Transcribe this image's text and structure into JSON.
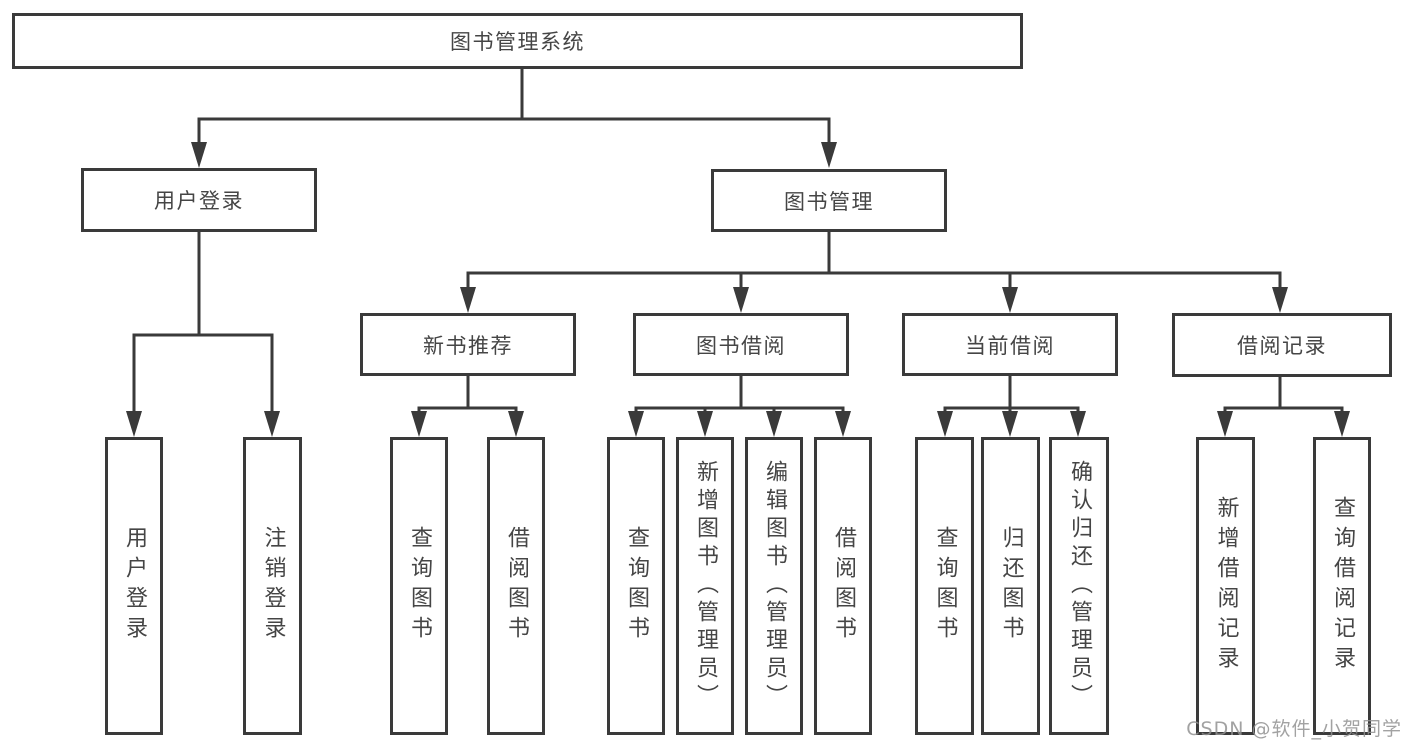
{
  "colors": {
    "line": "#3a3a3a",
    "text": "#454545",
    "background": "#ffffff",
    "watermark_text": "#929292"
  },
  "watermark": {
    "text": "CSDN @软件_小贺同学"
  },
  "diagram": {
    "nodes": {
      "root": {
        "label": "图书管理系统"
      },
      "user_login": {
        "label": "用户登录"
      },
      "book_mgmt": {
        "label": "图书管理"
      },
      "new_book_rec": {
        "label": "新书推荐"
      },
      "book_borrow": {
        "label": "图书借阅"
      },
      "current_borrow": {
        "label": "当前借阅"
      },
      "borrow_record": {
        "label": "借阅记录"
      },
      "login": {
        "label": "用户登录"
      },
      "logout": {
        "label": "注销登录"
      },
      "rec_query_book": {
        "label": "查询图书"
      },
      "rec_borrow_book": {
        "label": "借阅图书"
      },
      "bb_query_book": {
        "label": "查询图书"
      },
      "bb_add_book": {
        "label": "新增图书（管理员）"
      },
      "bb_edit_book": {
        "label": "编辑图书（管理员）"
      },
      "bb_borrow_book": {
        "label": "借阅图书"
      },
      "cb_query_book": {
        "label": "查询图书"
      },
      "cb_return_book": {
        "label": "归还图书"
      },
      "cb_confirm_return": {
        "label": "确认归还（管理员）"
      },
      "br_add_record": {
        "label": "新增借阅记录"
      },
      "br_query_record": {
        "label": "查询借阅记录"
      }
    },
    "hierarchy": {
      "图书管理系统": {
        "用户登录": [
          "用户登录",
          "注销登录"
        ],
        "图书管理": {
          "新书推荐": [
            "查询图书",
            "借阅图书"
          ],
          "图书借阅": [
            "查询图书",
            "新增图书（管理员）",
            "编辑图书（管理员）",
            "借阅图书"
          ],
          "当前借阅": [
            "查询图书",
            "归还图书",
            "确认归还（管理员）"
          ],
          "借阅记录": [
            "新增借阅记录",
            "查询借阅记录"
          ]
        }
      }
    }
  }
}
